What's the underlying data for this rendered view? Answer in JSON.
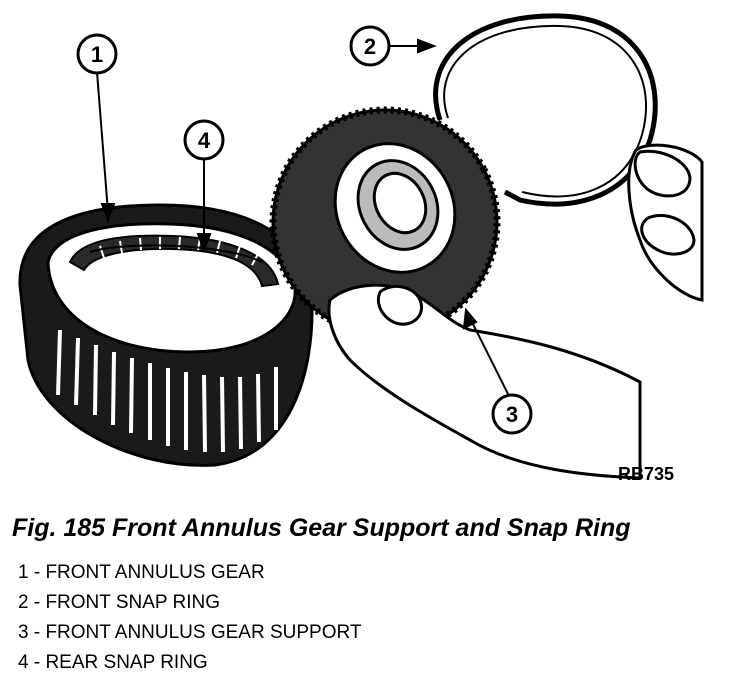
{
  "figure": {
    "code": "RB735",
    "caption": "Fig. 185 Front Annulus Gear Support and Snap Ring",
    "callouts": [
      "1",
      "2",
      "3",
      "4"
    ],
    "legend": [
      "1 - FRONT ANNULUS GEAR",
      "2 - FRONT SNAP RING",
      "3 - FRONT ANNULUS GEAR SUPPORT",
      "4 - REAR SNAP RING"
    ]
  }
}
